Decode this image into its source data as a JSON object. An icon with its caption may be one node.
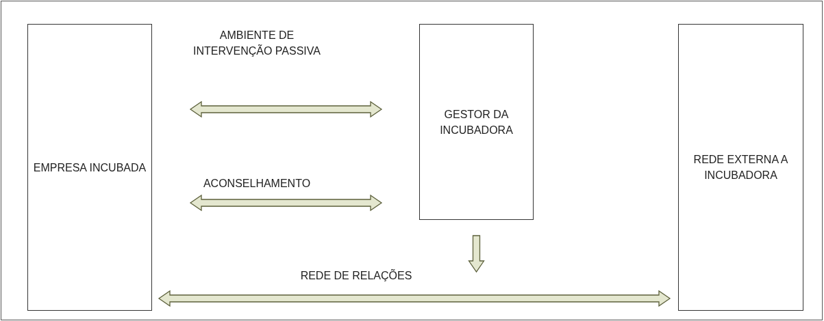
{
  "diagram": {
    "nodes": [
      {
        "text": [
          "EMPRESA INCUBADA"
        ]
      },
      {
        "text": [
          "GESTOR DA INCUBADORA"
        ]
      },
      {
        "text": [
          "REDE EXTERNA A INCUBADORA"
        ]
      }
    ],
    "edges": [
      {
        "from": 0,
        "to": 1,
        "arrow": "both",
        "label": "AMBIENTE DE INTERVENÇÃO PASSIVA"
      },
      {
        "from": 0,
        "to": 1,
        "arrow": "both",
        "label": "ACONSELHAMENTO"
      },
      {
        "from": 1,
        "to": null,
        "arrow": "to"
      },
      {
        "from": 0,
        "to": 2,
        "arrow": "both",
        "label": "REDE DE RELAÇÕES"
      }
    ]
  }
}
